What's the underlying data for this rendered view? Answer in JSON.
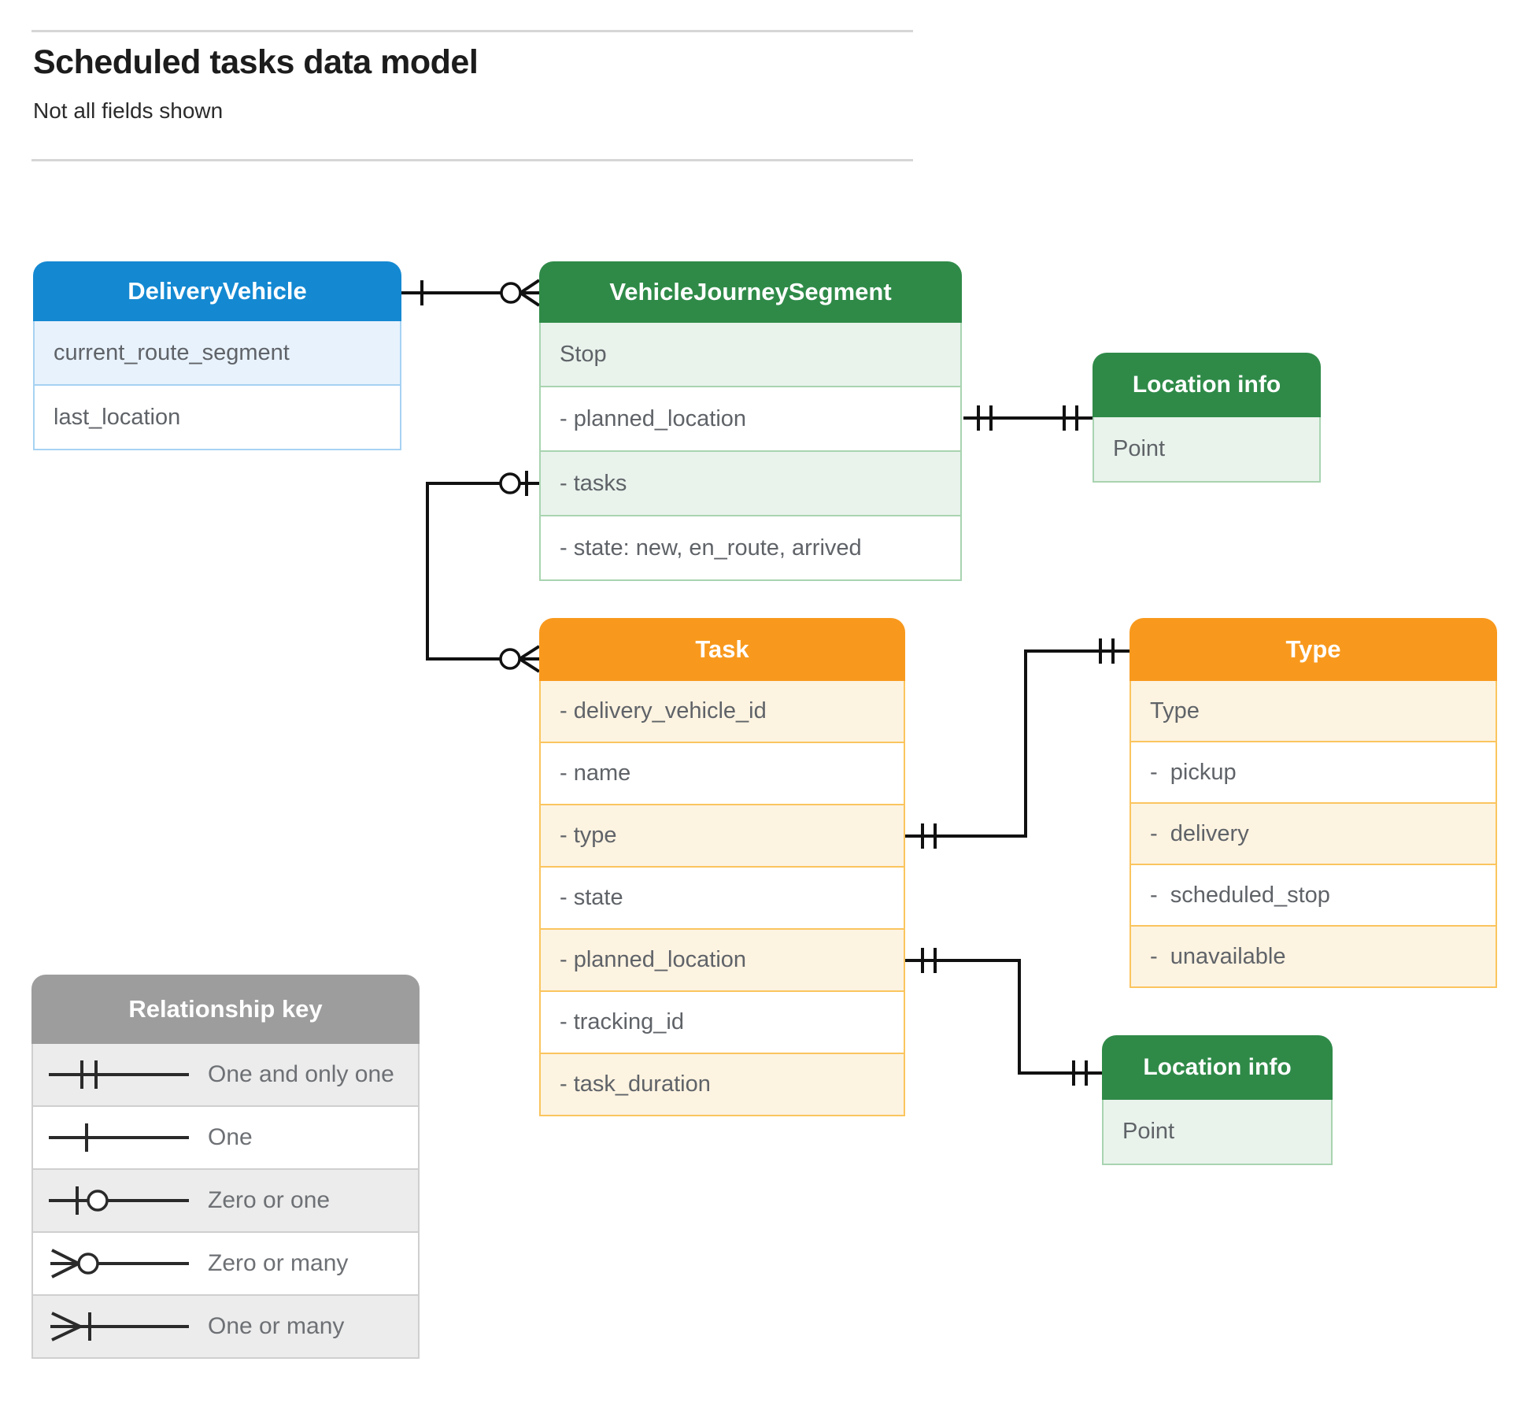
{
  "page": {
    "title": "Scheduled tasks data model",
    "subtitle": "Not all fields shown"
  },
  "colors": {
    "blue_header": "#1489d2",
    "blue_row_tint": "#e8f2fc",
    "blue_border": "#a6d2f2",
    "green_header": "#2f8a48",
    "green_row_tint": "#e9f3ec",
    "green_border": "#a8d4b0",
    "orange_header": "#f8991d",
    "orange_row_tint": "#fdf3e1",
    "orange_border": "#fac55e",
    "gray_header": "#9d9d9d",
    "gray_row_tint": "#ececec",
    "gray_border": "#cfcfcf",
    "connector_line": "#111111",
    "field_text": "#5f6368"
  },
  "entities": {
    "delivery_vehicle": {
      "title": "DeliveryVehicle",
      "fields": [
        "current_route_segment",
        "last_location"
      ]
    },
    "vehicle_journey_segment": {
      "title": "VehicleJourneySegment",
      "fields": [
        "Stop",
        "- planned_location",
        "- tasks",
        "- state: new, en_route, arrived"
      ]
    },
    "location_info_top": {
      "title": "Location info",
      "fields": [
        "Point"
      ]
    },
    "task": {
      "title": "Task",
      "fields": [
        "- delivery_vehicle_id",
        "- name",
        "- type",
        "- state",
        "- planned_location",
        "- tracking_id",
        "- task_duration"
      ]
    },
    "type": {
      "title": "Type",
      "fields": [
        "Type",
        "-  pickup",
        "-  delivery",
        "-  scheduled_stop",
        "-  unavailable"
      ]
    },
    "location_info_bottom": {
      "title": "Location info",
      "fields": [
        "Point"
      ]
    }
  },
  "relationships": [
    {
      "from": "DeliveryVehicle",
      "to": "VehicleJourneySegment",
      "from_cardinality": "one",
      "to_cardinality": "zero-or-many"
    },
    {
      "from": "VehicleJourneySegment.planned_location",
      "to": "Location info (top)",
      "from_cardinality": "one-and-only-one",
      "to_cardinality": "one-and-only-one"
    },
    {
      "from": "VehicleJourneySegment.tasks",
      "to": "Task",
      "from_cardinality": "zero-or-one",
      "to_cardinality": "zero-or-many"
    },
    {
      "from": "Task.type",
      "to": "Type",
      "from_cardinality": "one-and-only-one",
      "to_cardinality": "one-and-only-one"
    },
    {
      "from": "Task.planned_location",
      "to": "Location info (bottom)",
      "from_cardinality": "one-and-only-one",
      "to_cardinality": "one-and-only-one"
    }
  ],
  "legend": {
    "title": "Relationship key",
    "items": [
      {
        "symbol": "one-and-only-one-icon",
        "label": "One and only one"
      },
      {
        "symbol": "one-icon",
        "label": "One"
      },
      {
        "symbol": "zero-or-one-icon",
        "label": "Zero or one"
      },
      {
        "symbol": "zero-or-many-icon",
        "label": "Zero or many"
      },
      {
        "symbol": "one-or-many-icon",
        "label": "One or many"
      }
    ]
  }
}
